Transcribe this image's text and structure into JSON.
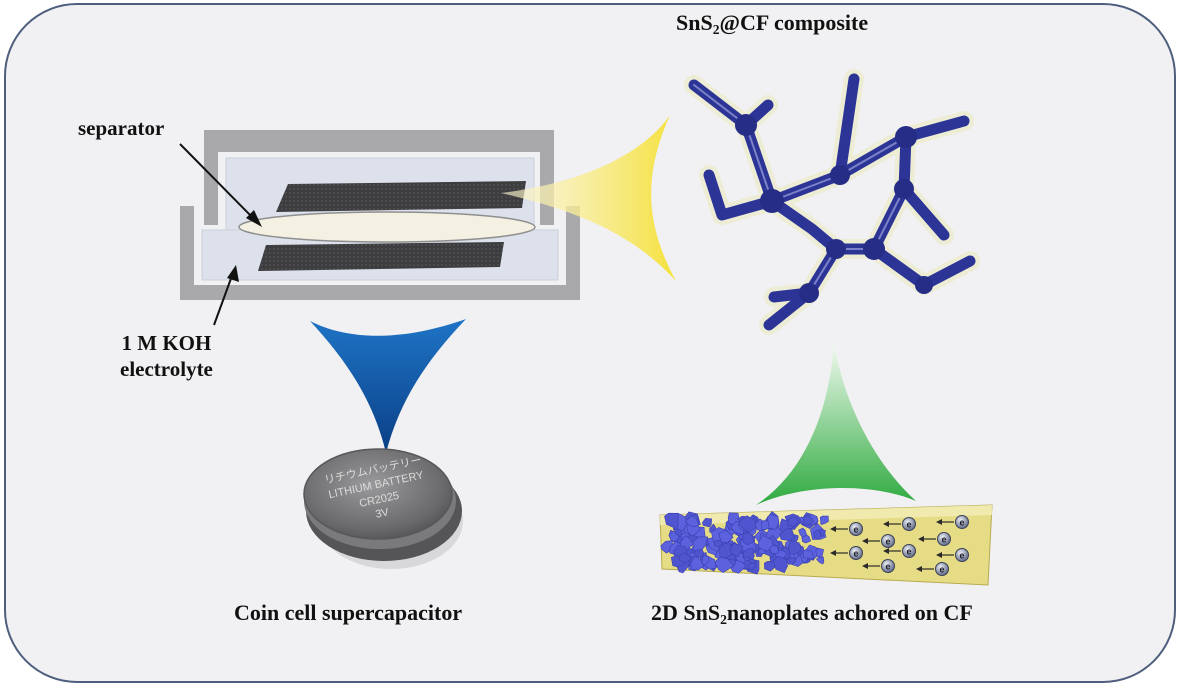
{
  "labels": {
    "composite_pre": "SnS",
    "composite_sub": "2",
    "composite_post": "@CF composite",
    "separator": "separator",
    "koh_line1": "1 M KOH",
    "koh_line2": "electrolyte",
    "coin_caption": "Coin cell supercapacitor",
    "nano_pre": "2D SnS",
    "nano_sub": "2",
    "nano_post": "nanoplates achored on CF"
  },
  "coin_text": {
    "line1": "リチウムバッテリー",
    "line2": "LITHIUM BATTERY",
    "line3": "CR2025",
    "line4": "3V"
  },
  "electron_symbol": "e",
  "colors": {
    "frame_border": "#4e5f7d",
    "panel_bg": "#f1f1f3",
    "casing": "#a9a9ab",
    "electrolyte": "#dde1ec",
    "electrode": "#3d3d3f",
    "separator": "#f4f1e3",
    "foam_blue": "#2c3596",
    "yellow_cone": "#f5e13a",
    "blue_cone": "#1f74c6",
    "green_cone": "#38b84a",
    "fiber": "#e6dc86",
    "nanoplate": "#4f55cf"
  }
}
